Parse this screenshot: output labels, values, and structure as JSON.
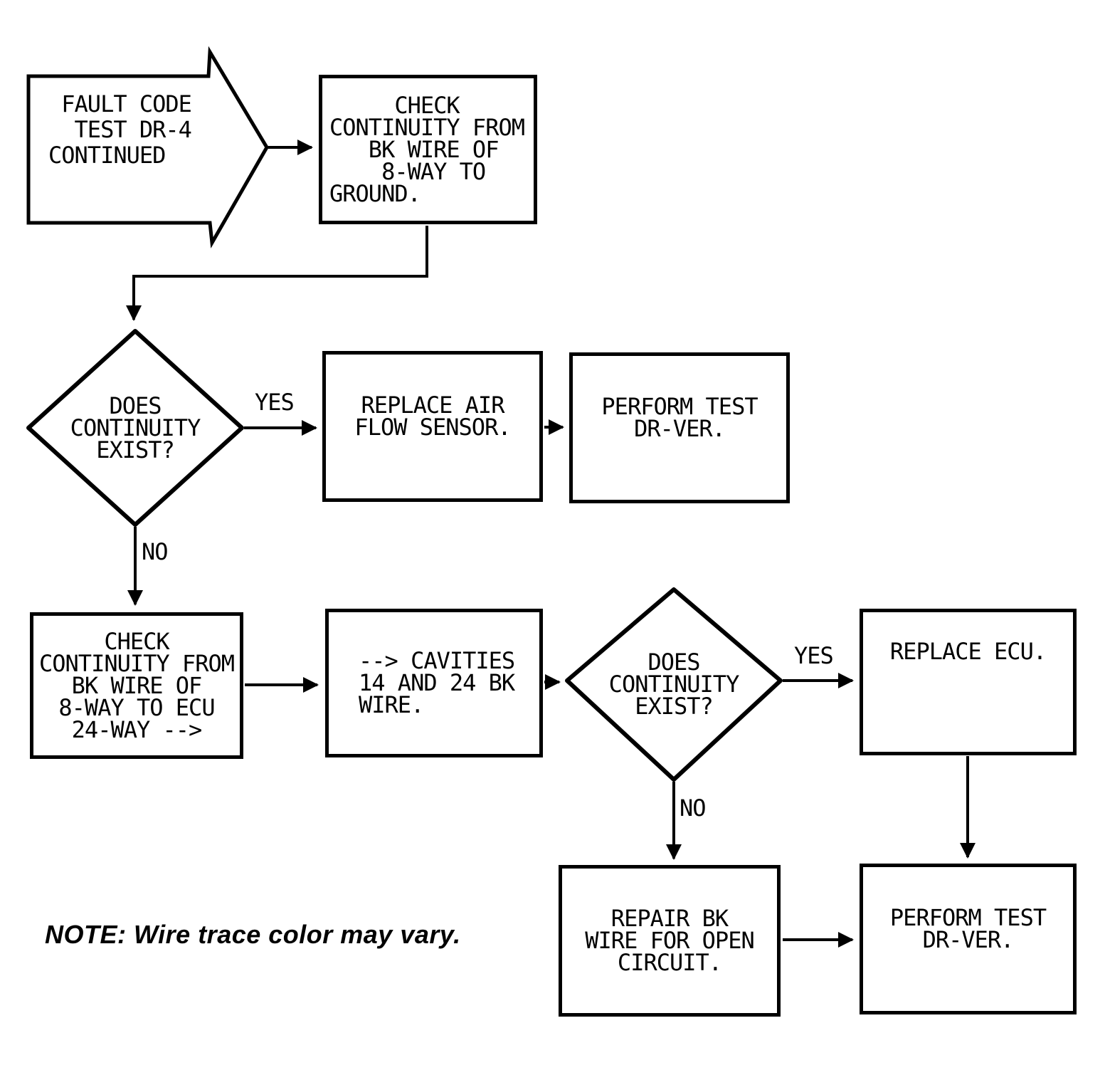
{
  "colors": {
    "ink": "#000000",
    "paper": "#ffffff"
  },
  "nodes": {
    "start": {
      "text": " FAULT CODE\n  TEST DR-4\nCONTINUED"
    },
    "check_ground": {
      "text": "     CHECK\nCONTINUITY FROM\n   BK WIRE OF\n    8-WAY TO\nGROUND."
    },
    "decision1": {
      "text": "DOES\nCONTINUITY\nEXIST?"
    },
    "replace_air": {
      "text": "REPLACE AIR\nFLOW SENSOR."
    },
    "perform_test_1": {
      "text": "PERFORM TEST\nDR-VER."
    },
    "check_ecu": {
      "text": "CHECK\nCONTINUITY FROM\nBK WIRE OF\n8-WAY TO ECU\n24-WAY -->"
    },
    "cavities": {
      "text": "--> CAVITIES\n14 AND 24 BK\nWIRE."
    },
    "decision2": {
      "text": "DOES\nCONTINUITY\nEXIST?"
    },
    "replace_ecu": {
      "text": "REPLACE ECU."
    },
    "repair_bk": {
      "text": "REPAIR BK\nWIRE FOR OPEN\nCIRCUIT."
    },
    "perform_test_2": {
      "text": "PERFORM TEST\nDR-VER."
    }
  },
  "edge_labels": {
    "yes1": "YES",
    "no1": "NO",
    "yes2": "YES",
    "no2": "NO"
  },
  "note": "NOTE: Wire trace color may vary."
}
